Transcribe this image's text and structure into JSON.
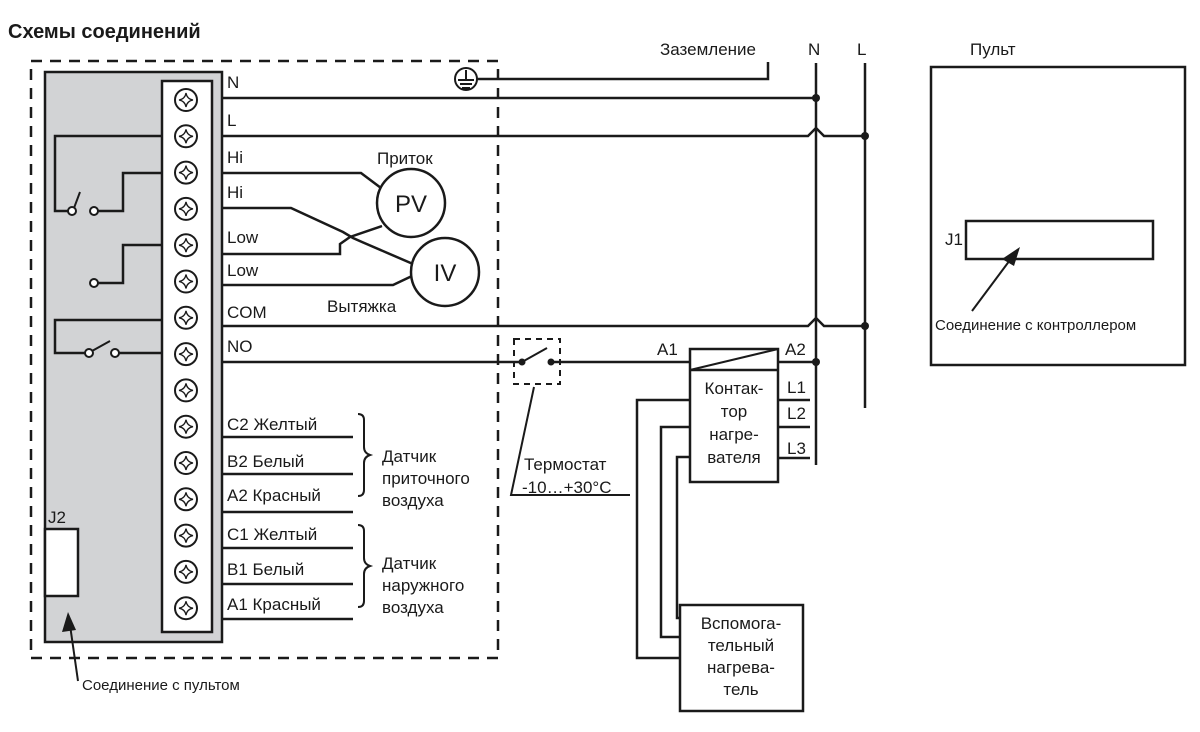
{
  "title": "Схемы соединений",
  "mains": {
    "ground_label": "Заземление",
    "n_label": "N",
    "l_label": "L"
  },
  "controller": {
    "terminals": [
      {
        "label": "N"
      },
      {
        "label": "L"
      },
      {
        "label": "Hi"
      },
      {
        "label": "Hi"
      },
      {
        "label": "Low"
      },
      {
        "label": "Low"
      },
      {
        "label": "COM"
      },
      {
        "label": "NO"
      },
      {
        "label": ""
      },
      {
        "label": "C2 Желтый"
      },
      {
        "label": "B2 Белый"
      },
      {
        "label": "A2 Красный"
      },
      {
        "label": "C1 Желтый"
      },
      {
        "label": "B1 Белый"
      },
      {
        "label": "A1 Красный"
      }
    ],
    "j2_label": "J2",
    "j2_caption": "Соединение с пультом"
  },
  "fans": {
    "supply_label": "Приток",
    "supply_symbol": "PV",
    "exhaust_label": "Вытяжка",
    "exhaust_symbol": "IV"
  },
  "sensors": {
    "supply_air": [
      "Датчик",
      "приточного",
      "воздуха"
    ],
    "outdoor_air": [
      "Датчик",
      "наружного",
      "воздуха"
    ]
  },
  "thermostat": {
    "lines": [
      "Термостат",
      "-10…+30°C"
    ]
  },
  "contactor": {
    "a1": "A1",
    "a2": "A2",
    "lines": [
      "Контак-",
      "тор",
      "нагре-",
      "вателя"
    ],
    "phases": [
      "L1",
      "L2",
      "L3"
    ]
  },
  "aux_heater": {
    "lines": [
      "Вспомога-",
      "тельный",
      "нагрева-",
      "тель"
    ]
  },
  "remote": {
    "title": "Пульт",
    "j1_label": "J1",
    "j1_caption": "Соединение с контроллером"
  }
}
